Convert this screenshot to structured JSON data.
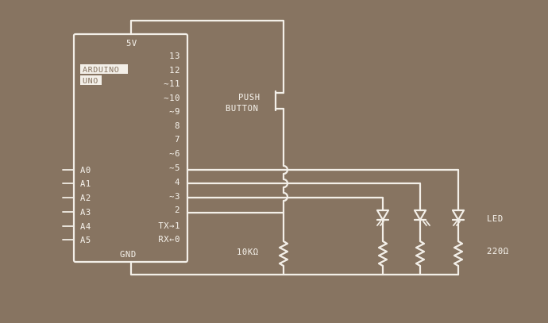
{
  "board": {
    "name_line1": "ARDUINO",
    "name_line2": "UNO",
    "power_label": "5V",
    "ground_label": "GND",
    "digital_pins": [
      "13",
      "12",
      "~11",
      "~10",
      "~9",
      "8",
      "7",
      "~6",
      "~5",
      "4",
      "~3",
      "2",
      "TX→1",
      "RX←0"
    ],
    "analog_pins": [
      "A0",
      "A1",
      "A2",
      "A3",
      "A4",
      "A5"
    ]
  },
  "components": {
    "push_button_line1": "PUSH",
    "push_button_line2": "BUTTON",
    "pulldown_resistor": "10KΩ",
    "led_label": "LED",
    "led_resistor": "220Ω"
  },
  "colors": {
    "background": "#877461",
    "ink": "#f3efe8"
  }
}
